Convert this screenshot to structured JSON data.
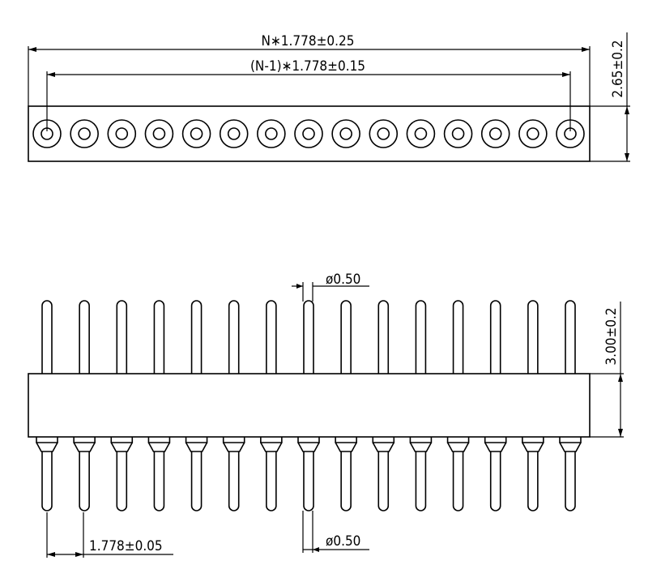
{
  "top_view": {
    "pin_count": 15,
    "overall_length_label": "N∗1.778±0.25",
    "pitch_span_label": "(N-1)∗1.778±0.15",
    "height_label": "2.65±0.2"
  },
  "side_view": {
    "pin_count": 15,
    "upper_pin_diameter_label": "ø0.50",
    "lower_pin_diameter_label": "ø0.50",
    "upper_pin_length_label": "3.00±0.2",
    "pitch_label": "1.778±0.05"
  },
  "colors": {
    "line": "#000000",
    "background": "#ffffff"
  }
}
